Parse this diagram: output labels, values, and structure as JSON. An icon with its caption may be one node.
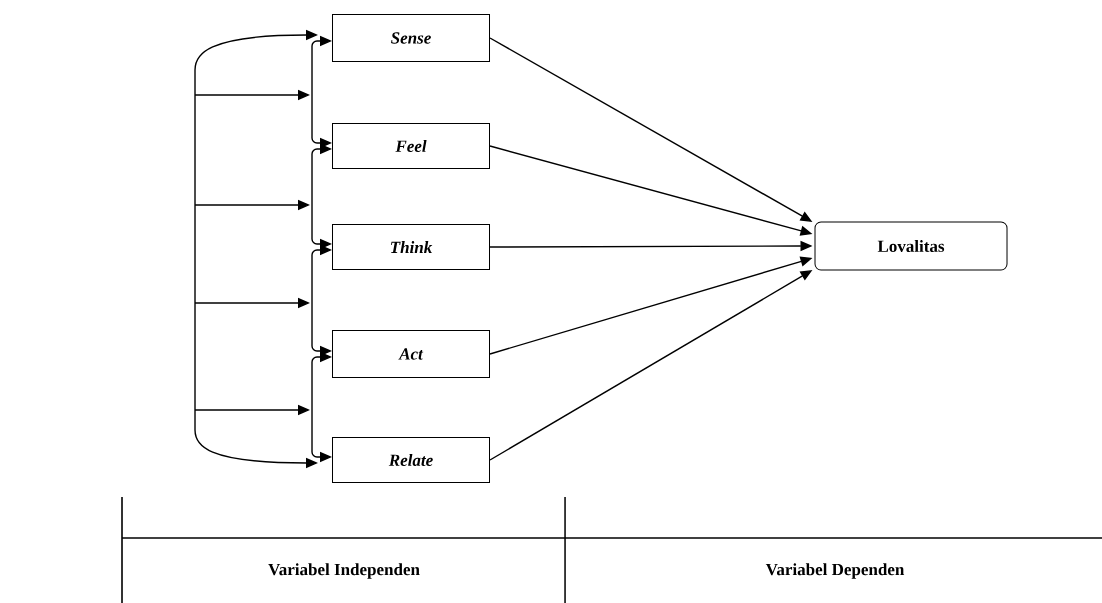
{
  "diagram": {
    "nodes": [
      {
        "text": [
          "Sense"
        ]
      },
      {
        "text": [
          "Feel"
        ]
      },
      {
        "text": [
          "Think"
        ]
      },
      {
        "text": [
          "Act"
        ]
      },
      {
        "text": [
          "Relate"
        ]
      },
      {
        "text": [
          "Lovalitas"
        ]
      }
    ],
    "edges": [
      {
        "from": 0,
        "to": 1,
        "arrow": "both"
      },
      {
        "from": 1,
        "to": 2,
        "arrow": "both"
      },
      {
        "from": 2,
        "to": 3,
        "arrow": "both"
      },
      {
        "from": 3,
        "to": 4,
        "arrow": "both"
      },
      {
        "from": 0,
        "to": 4,
        "arrow": "both"
      },
      {
        "from": 0,
        "to": 5,
        "arrow": "to"
      },
      {
        "from": 1,
        "to": 5,
        "arrow": "to"
      },
      {
        "from": 2,
        "to": 5,
        "arrow": "to"
      },
      {
        "from": 3,
        "to": 5,
        "arrow": "to"
      },
      {
        "from": 4,
        "to": 5,
        "arrow": "to"
      }
    ],
    "labels": [
      "Variabel Independen",
      "Variabel Dependen"
    ]
  }
}
